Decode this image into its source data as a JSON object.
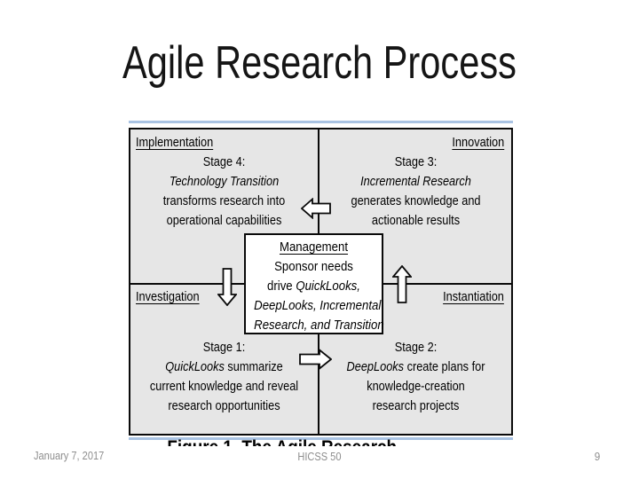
{
  "slide": {
    "title": "Agile Research Process",
    "footer": {
      "date": "January 7, 2017",
      "conference": "HICSS 50",
      "page_number": "9"
    }
  },
  "figure": {
    "caption_partial": "Figure 1. The Agile Research",
    "center_box": {
      "label": "Management",
      "line1": {
        "pre": "Sponsor needs"
      },
      "line2": {
        "pre": "drive ",
        "it": "QuickLooks,"
      },
      "line3": {
        "it": "DeepLooks, Incremental"
      },
      "line4": {
        "it": "Research, and Transition"
      }
    },
    "quadrants": {
      "top_left": {
        "label": "Implementation",
        "line1": {
          "pre": "Stage 4:"
        },
        "line2": {
          "it": "Technology Transition"
        },
        "line3": {
          "pre": "transforms research into"
        },
        "line4": {
          "pre": "operational capabilities"
        }
      },
      "top_right": {
        "label": "Innovation",
        "line1": {
          "pre": "Stage 3:"
        },
        "line2": {
          "it": "Incremental Research"
        },
        "line3": {
          "pre": "generates knowledge and"
        },
        "line4": {
          "pre": "actionable results"
        }
      },
      "bottom_left": {
        "label": "Investigation",
        "line1": {
          "pre": "Stage 1:"
        },
        "line2": {
          "it": "QuickLooks",
          "post": " summarize"
        },
        "line3": {
          "pre": "current knowledge and reveal"
        },
        "line4": {
          "pre": "research opportunities"
        }
      },
      "bottom_right": {
        "label": "Instantiation",
        "line1": {
          "pre": "Stage 2:"
        },
        "line2": {
          "it": "DeepLooks",
          "post": " create plans for"
        },
        "line3": {
          "pre": "knowledge-creation"
        },
        "line4": {
          "pre": "research projects"
        }
      }
    },
    "arrows": [
      {
        "name": "flow-arrow-left",
        "direction": "left"
      },
      {
        "name": "flow-arrow-down",
        "direction": "down"
      },
      {
        "name": "flow-arrow-up",
        "direction": "up"
      },
      {
        "name": "flow-arrow-right",
        "direction": "right"
      }
    ],
    "colors": {
      "panel_bg": "#e6e6e6",
      "frame_line_blue": "#a9c3e3",
      "line_black": "#0a0a0a",
      "footer_gray": "#8e8e8e"
    }
  }
}
